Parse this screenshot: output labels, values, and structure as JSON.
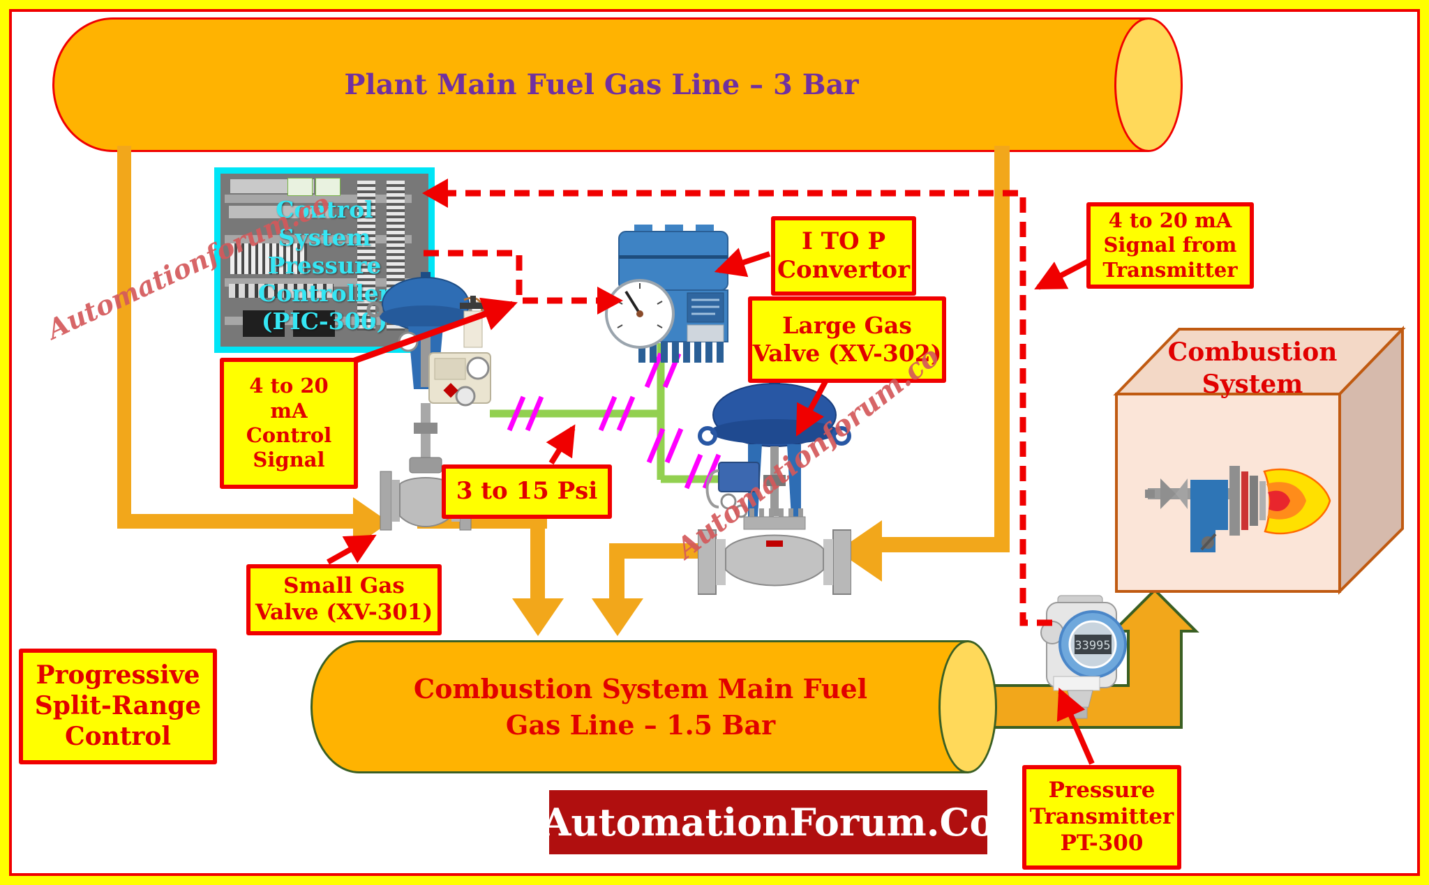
{
  "title": "Progressive Split-Range Control diagram",
  "pipes": {
    "main": {
      "label": "Plant Main Fuel Gas Line – 3 Bar"
    },
    "combustion": {
      "lines": [
        "Combustion System Main Fuel",
        "Gas Line – 1.5 Bar"
      ]
    }
  },
  "cabinet": {
    "lines": [
      "Control",
      "System",
      "Pressure",
      "Controller",
      "(PIC-300)"
    ]
  },
  "combustion_box": {
    "lines": [
      "Combustion",
      "System"
    ]
  },
  "labels": {
    "itop": {
      "lines": [
        "I TO P",
        "Convertor"
      ]
    },
    "large_valve": {
      "lines": [
        "Large Gas",
        "Valve (XV-302)"
      ]
    },
    "transmitter_signal": {
      "lines": [
        "4 to 20 mA",
        "Signal from",
        "Transmitter"
      ]
    },
    "control_signal": {
      "lines": [
        "4 to 20",
        "mA",
        "Control",
        "Signal"
      ]
    },
    "psi": {
      "text": "3 to 15 Psi"
    },
    "small_valve": {
      "lines": [
        "Small Gas",
        "Valve (XV-301)"
      ]
    },
    "progressive": {
      "lines": [
        "Progressive",
        "Split-Range",
        "Control"
      ]
    },
    "pressure_transmitter": {
      "lines": [
        "Pressure",
        "Transmitter",
        "PT-300"
      ]
    }
  },
  "devices": {
    "transmitter_display": "33995"
  },
  "watermark": {
    "text": "Automationforum.co"
  },
  "logo": {
    "text": "AutomationForum.Co"
  },
  "colors": {
    "pipe_orange": "#FFB301",
    "pipe_cap": "#FFD95A",
    "flow_orange": "#F2A71B",
    "signal_red": "#F00000",
    "label_yellow": "#FFFF00",
    "purple_text": "#7030A0",
    "pneumatic_green": "#92D050",
    "slash_magenta": "#FF00FF",
    "pipe_outline_green": "#3A5F23",
    "cyan_border": "#00E5F6",
    "combustion_fill": "#FBE5D8",
    "combustion_outline": "#C05A11",
    "logo_bg": "#B00F0F"
  }
}
